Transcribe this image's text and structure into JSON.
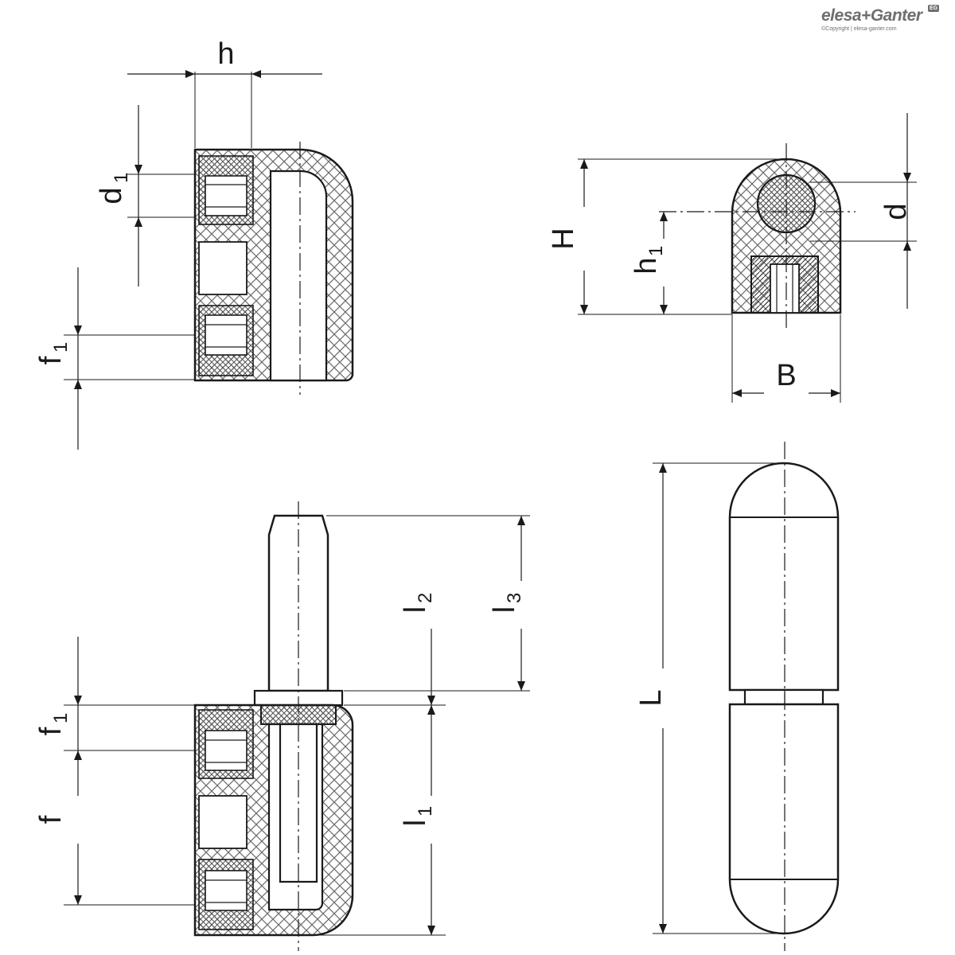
{
  "logo": {
    "brand": "elesa+Ganter",
    "badge": "EG",
    "copyright": "©Copyright | elesa-ganter.com"
  },
  "labels": {
    "h": "h",
    "d1": "d",
    "d1_sub": "1",
    "f1_top": "f",
    "f1_top_sub": "1",
    "H": "H",
    "h1": "h",
    "h1_sub": "1",
    "d": "d",
    "B": "B",
    "l2": "l",
    "l2_sub": "2",
    "l3": "l",
    "l3_sub": "3",
    "f1_bottom": "f",
    "f1_bottom_sub": "1",
    "f": "f",
    "l1": "l",
    "l1_sub": "1",
    "L": "L"
  },
  "colors": {
    "line": "#1a1a1a",
    "hatch": "#6a6a6a",
    "background": "#ffffff",
    "logo": "#6e6e6e"
  }
}
